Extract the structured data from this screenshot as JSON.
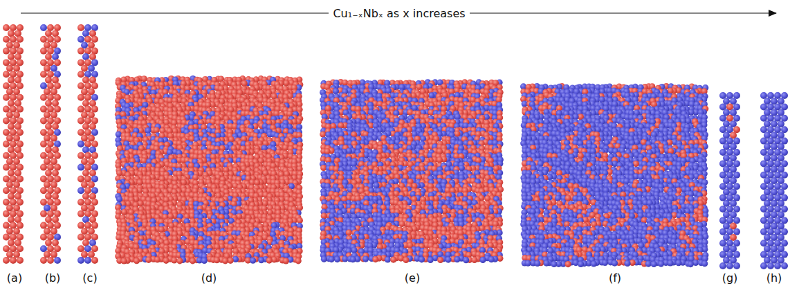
{
  "diagram": {
    "title": "Cu₁₋ₓNbₓ as x increases",
    "labels": [
      "(a)",
      "(b)",
      "(c)",
      "(d)",
      "(e)",
      "(f)",
      "(g)",
      "(h)"
    ]
  }
}
